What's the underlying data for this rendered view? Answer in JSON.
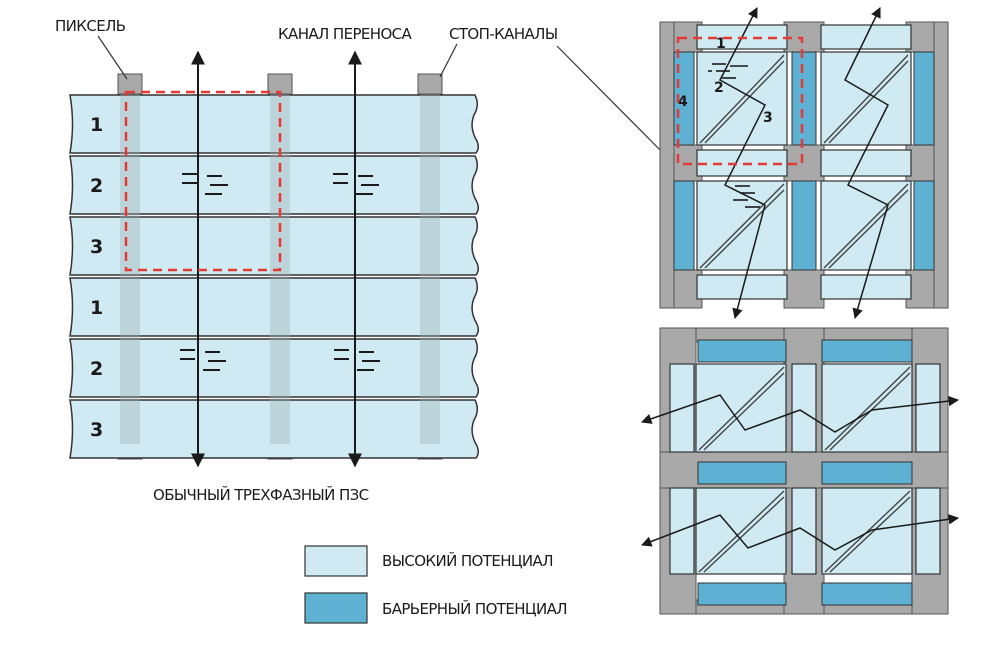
{
  "labels": {
    "pixel": "ПИКСЕЛЬ",
    "transfer_channel": "КАНАЛ ПЕРЕНОСА",
    "stop_channels": "СТОП-КАНАЛЫ",
    "caption": "ОБЫЧНЫЙ ТРЕХФАЗНЫЙ ПЗС"
  },
  "left_rows": [
    "1",
    "2",
    "3",
    "1",
    "2",
    "3"
  ],
  "right_pixel_numbers": [
    "1",
    "2",
    "3",
    "4"
  ],
  "legend": [
    {
      "label": "ВЫСОКИЙ ПОТЕНЦИАЛ",
      "color": "#cfeaf2"
    },
    {
      "label": "БАРЬЕРНЫЙ ПОТЕНЦИАЛ",
      "color": "#5eb1d2"
    }
  ],
  "colors": {
    "high_potential": "#cfeaf2",
    "barrier_potential": "#5eb1d2",
    "stop_channel": "#a9a9a9",
    "pixel_outline": "#e53935",
    "line": "#222222"
  }
}
